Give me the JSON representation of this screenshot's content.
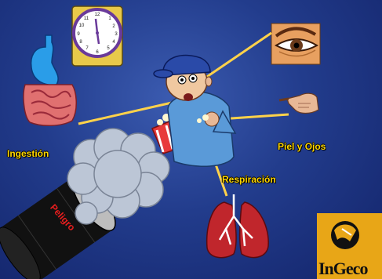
{
  "labels": {
    "ingestion": "Ingestión",
    "piel_ojos": "Piel y Ojos",
    "respiracion": "Respiración"
  },
  "barrel_text": "Peligro",
  "logo_text": "InGeco",
  "colors": {
    "background": "#223c8c",
    "label_yellow": "#ffd700",
    "lines": "#ffd24a",
    "lungs": "#c0262c",
    "logo_bg": "#e8a617"
  },
  "icons": [
    "clock-icon",
    "stomach-icon",
    "eye-icon",
    "hand-icon",
    "lungs-icon",
    "barrel-icon",
    "smoke-cloud-icon",
    "person-icon"
  ]
}
